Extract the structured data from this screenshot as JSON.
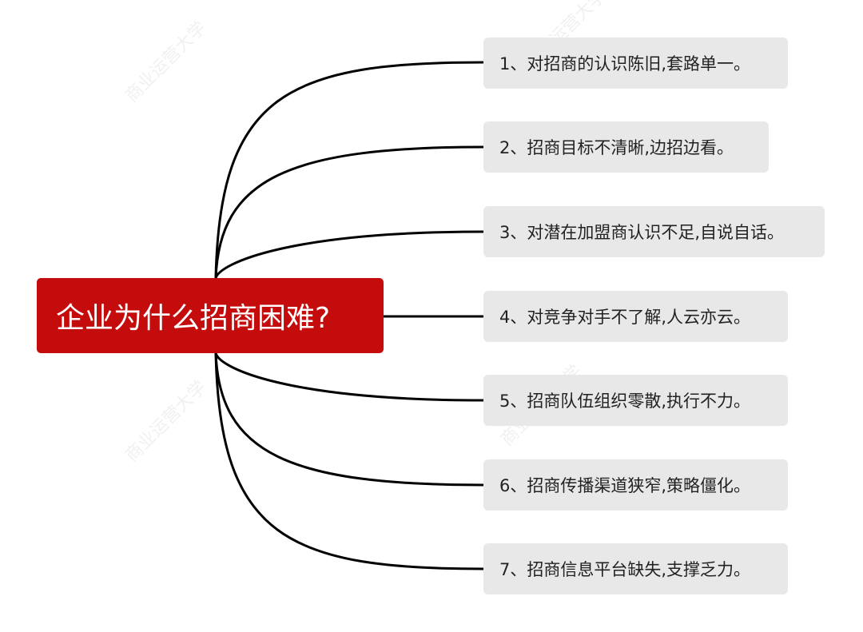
{
  "root": {
    "label": "企业为什么招商困难?",
    "color": "#c40c0c"
  },
  "items": [
    {
      "label": "1、对招商的认识陈旧,套路单一。"
    },
    {
      "label": "2、招商目标不清晰,边招边看。"
    },
    {
      "label": "3、对潜在加盟商认识不足,自说自话。"
    },
    {
      "label": "4、对竞争对手不了解,人云亦云。"
    },
    {
      "label": "5、招商队伍组织零散,执行不力。"
    },
    {
      "label": "6、招商传播渠道狭窄,策略僵化。"
    },
    {
      "label": "7、招商信息平台缺失,支撑乏力。"
    }
  ],
  "watermark": "商业运营大学"
}
